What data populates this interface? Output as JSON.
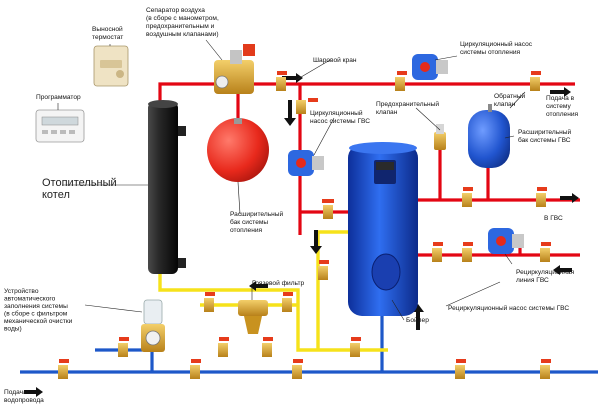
{
  "labels": {
    "remote_thermostat": [
      "Выносной",
      "термостат"
    ],
    "programmer": "Программатор",
    "air_separator": [
      "Сепаратор воздуха",
      "(в сборе с манометром,",
      "предохранительным и",
      "воздушным клапанами)"
    ],
    "ball_valve": "Шаровой кран",
    "heating_pump": [
      "Циркуляционный насос",
      "системы отопления"
    ],
    "check_valve": [
      "Обратный",
      "клапан"
    ],
    "heating_supply": [
      "Подача в",
      "систему",
      "отопления"
    ],
    "relief_valve": [
      "Предохранительный",
      "клапан"
    ],
    "dhw_pump": [
      "Циркуляционный",
      "насос системы ГВС"
    ],
    "dhw_expansion": [
      "Расширительный",
      "бак системы ГВС"
    ],
    "boiler": [
      "Отопительный",
      "котел"
    ],
    "heating_expansion": [
      "Расширительный",
      "бак системы",
      "отопления"
    ],
    "to_dhw": "В ГВС",
    "recirc_line": [
      "Рециркуляционная",
      "линия ГВС"
    ],
    "dirt_filter": "Грязевой фильтр",
    "auto_fill": [
      "Устройство",
      "автоматического",
      "заполнения системы",
      "(в сборе с фильтром",
      "механической очистки",
      "воды)"
    ],
    "recirc_pump": "Рециркуляционный насос системы ГВС",
    "water_heater": "Бойлер",
    "water_supply": [
      "Подача из",
      "водопровода"
    ]
  },
  "colors": {
    "heating_supply_pipe": "#e30613",
    "cold_water_pipe": "#1d58c9",
    "return_pipe": "#f6e21a",
    "boiler_body": "#1b1b1b",
    "water_heater_body": "#1e52d6",
    "expansion_tank_heating": "#e8291c",
    "expansion_tank_dhw": "#2155cf",
    "valve_handle": "#e63b1b",
    "brass": "#d9a227"
  },
  "icons": [
    "thermostat-icon",
    "programmer-icon",
    "boiler-icon",
    "water-heater-icon",
    "expansion-tank-icon",
    "pump-icon",
    "ball-valve-icon",
    "filter-icon",
    "air-separator-icon",
    "relief-valve-icon",
    "pressure-gauge-icon",
    "flow-arrow-icon"
  ]
}
